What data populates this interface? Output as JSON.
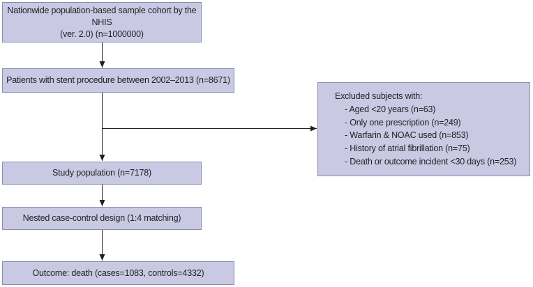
{
  "cohort": {
    "line1": "Nationwide population-based sample cohort by the NHIS",
    "line2": "(ver. 2.0) (n=1000000)"
  },
  "stent": {
    "label": "Patients with stent procedure between 2002–2013 (n=8671)"
  },
  "excluded": {
    "heading": "Excluded subjects with:",
    "items": [
      "- Aged <20 years (n=63)",
      "- Only one prescription (n=249)",
      "- Warfarin & NOAC used (n=853)",
      "- History of atrial fibrillation (n=75)",
      "- Death or outcome incident <30 days (n=253)"
    ]
  },
  "study": {
    "label": "Study population (n=7178)"
  },
  "nested": {
    "label": "Nested case-control design (1:4 matching)"
  },
  "outcome": {
    "label": "Outcome: death (cases=1083, controls=4332)"
  },
  "colors": {
    "box_fill": "#c9c9e4",
    "box_border": "#8c8cb0",
    "line": "#231f20"
  }
}
